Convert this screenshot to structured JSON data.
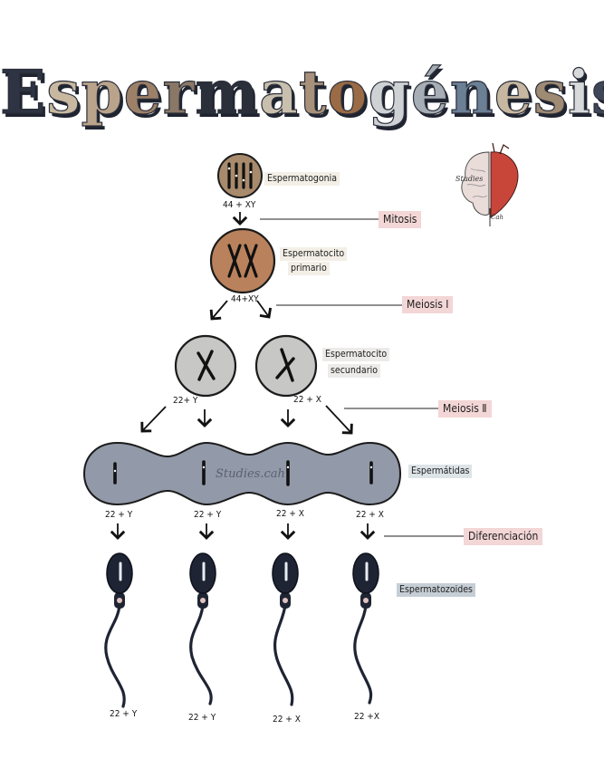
{
  "title": {
    "letters": [
      "E",
      "s",
      "p",
      "e",
      "r",
      "m",
      "a",
      "t",
      "o",
      "g",
      "é",
      "n",
      "e",
      "s",
      "i",
      "s"
    ],
    "letter_colors": [
      "#2e3443",
      "#c9b8a0",
      "#b9a38b",
      "#9c8068",
      "#8a7766",
      "#2b2f3a",
      "#c9bfae",
      "#a8917a",
      "#9a6b45",
      "#cfd2d4",
      "#a7adb5",
      "#6b7f95",
      "#c7b7a0",
      "#9f8a73",
      "#d7d9db",
      "#3f4657"
    ]
  },
  "cells": {
    "spermatogonia": "Espermatogonia",
    "primary_line1": "Espermatocito",
    "primary_line2": "primario",
    "secondary_line1": "Espermatocito",
    "secondary_line2": "secundario",
    "spermatids": "Espermátidas",
    "spermatozoa": "Espermatozoides"
  },
  "stages": {
    "mitosis": "Mitosis",
    "meiosis1": "Meiosis Ⅰ",
    "meiosis2": "Meiosis Ⅱ",
    "differentiation": "Diferenciación"
  },
  "genotypes": {
    "spermatogonia": "44 + XY",
    "primary": "44+XY",
    "secondary_left": "22+ Y",
    "secondary_right": "22 + X",
    "spermatids": [
      "22 + Y",
      "22 + Y",
      "22 + X",
      "22 + X"
    ],
    "spermatozoa": [
      "22 + Y",
      "22 + Y",
      "22 + X",
      "22 +X"
    ]
  },
  "logo": {
    "text_top": "Studies",
    "text_bottom": "Cah"
  },
  "watermark": "Studies.cah",
  "colors": {
    "spermatogonia_fill": "#a88a6c",
    "primary_fill": "#b9825c",
    "secondary_fill": "#c7c7c5",
    "spermatid_fill": "#9299a8",
    "sperm_fill": "#1e2433",
    "stage_label_bg": "#f3d6d6",
    "spz_label_bg": "#c6ced5"
  }
}
